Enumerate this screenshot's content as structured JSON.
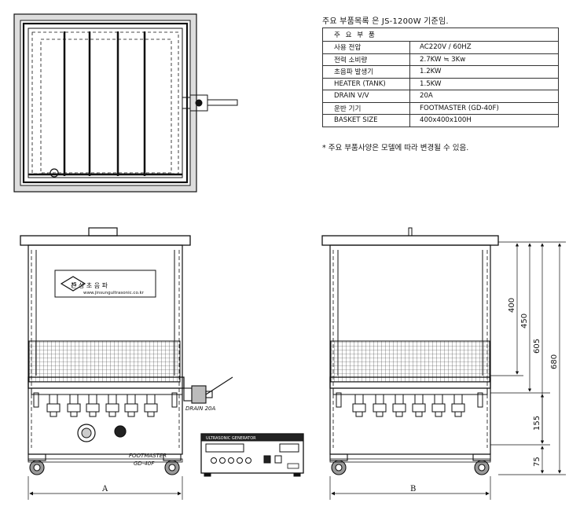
{
  "spec": {
    "title": "주요 부품목록 은 JS-1200W 기준임.",
    "header": "주 요 부 품",
    "rows": [
      {
        "label": "사용 전압",
        "value": "AC220V / 60HZ"
      },
      {
        "label": "전력 소비량",
        "value": "2.7KW ≒ 3Kw"
      },
      {
        "label": "초음파 발생기",
        "value": "1.2KW"
      },
      {
        "label": "HEATER (TANK)",
        "value": "1.5KW"
      },
      {
        "label": "DRAIN V/V",
        "value": "20A"
      },
      {
        "label": "운반 기기",
        "value": "FOOTMASTER (GD-40F)"
      },
      {
        "label": "BASKET SIZE",
        "value": "400x400x100H"
      }
    ],
    "note": "* 주요 부품사양은 모델에 따라 변경될 수 있음."
  },
  "front": {
    "logo_text": "진 성 초 음 파",
    "logo_url": "www.jinsungultrasonic.co.kr",
    "drain_label": "DRAIN 20A",
    "caster_label_1": "FOOTMASTER",
    "caster_label_2": "GD-40F",
    "width_label": "A"
  },
  "generator": {
    "label": "ULTRASONIC GENERATOR"
  },
  "side": {
    "width_label": "B",
    "dims": {
      "d400": "400",
      "d450": "450",
      "d605": "605",
      "d680": "680",
      "d155": "155",
      "d75": "75"
    }
  }
}
